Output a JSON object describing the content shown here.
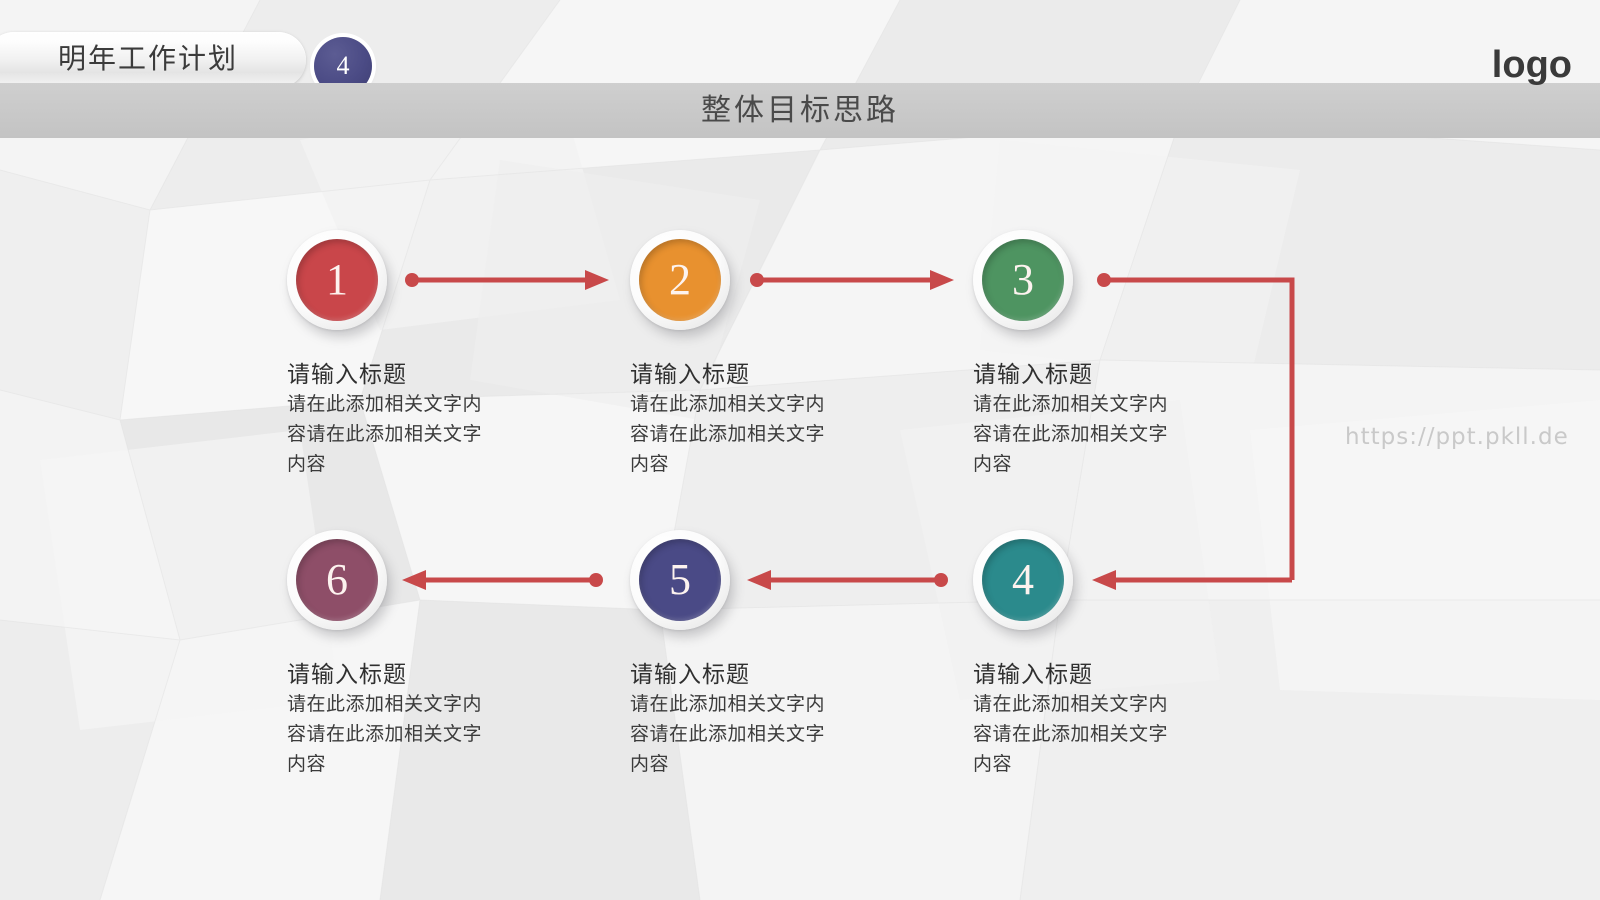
{
  "header": {
    "pill_label": "明年工作计划",
    "badge_number": "4",
    "badge_color": "#4b4b85",
    "slide_title": "整体目标思路",
    "logo": "logo",
    "band_color": "#c8c8c8"
  },
  "watermark": "https://ppt.pkll.de",
  "accent_color": "#c8494a",
  "nodes": [
    {
      "number": "1",
      "color": "#c9464a",
      "title": "请输入标题",
      "body": "请在此添加相关文字内容请在此添加相关文字内容"
    },
    {
      "number": "2",
      "color": "#e8912f",
      "title": "请输入标题",
      "body": "请在此添加相关文字内容请在此添加相关文字内容"
    },
    {
      "number": "3",
      "color": "#4e9461",
      "title": "请输入标题",
      "body": "请在此添加相关文字内容请在此添加相关文字内容"
    },
    {
      "number": "4",
      "color": "#2b8a8c",
      "title": "请输入标题",
      "body": "请在此添加相关文字内容请在此添加相关文字内容"
    },
    {
      "number": "5",
      "color": "#4a4a86",
      "title": "请输入标题",
      "body": "请在此添加相关文字内容请在此添加相关文字内容"
    },
    {
      "number": "6",
      "color": "#8e4e68",
      "title": "请输入标题",
      "body": "请在此添加相关文字内容请在此添加相关文字内容"
    }
  ]
}
